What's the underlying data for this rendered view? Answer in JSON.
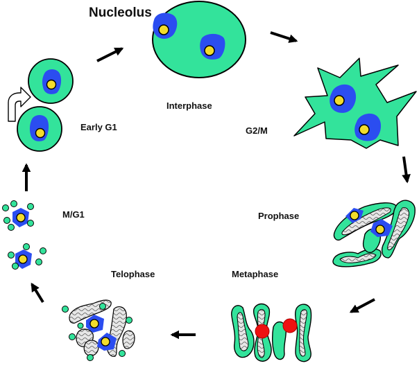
{
  "labels": {
    "nucleolus": "Nucleolus",
    "interphase": "Interphase",
    "g2m": "G2/M",
    "prophase": "Prophase",
    "metaphase": "Metaphase",
    "telophase": "Telophase",
    "mg1": "M/G1",
    "early_g1": "Early G1"
  },
  "colors": {
    "cytoplasm": "#33e39b",
    "nucleus": "#2b4df0",
    "nucleolus": "#f2dc2c",
    "chromatin": "#d9d9d9",
    "centromere": "#ee1111",
    "arrow": "#000000",
    "outline": "#000000"
  },
  "icons": [
    "arrow-right-icon",
    "arrow-down-icon",
    "arrow-left-icon",
    "arrow-up-icon",
    "curved-arrow-icon"
  ]
}
